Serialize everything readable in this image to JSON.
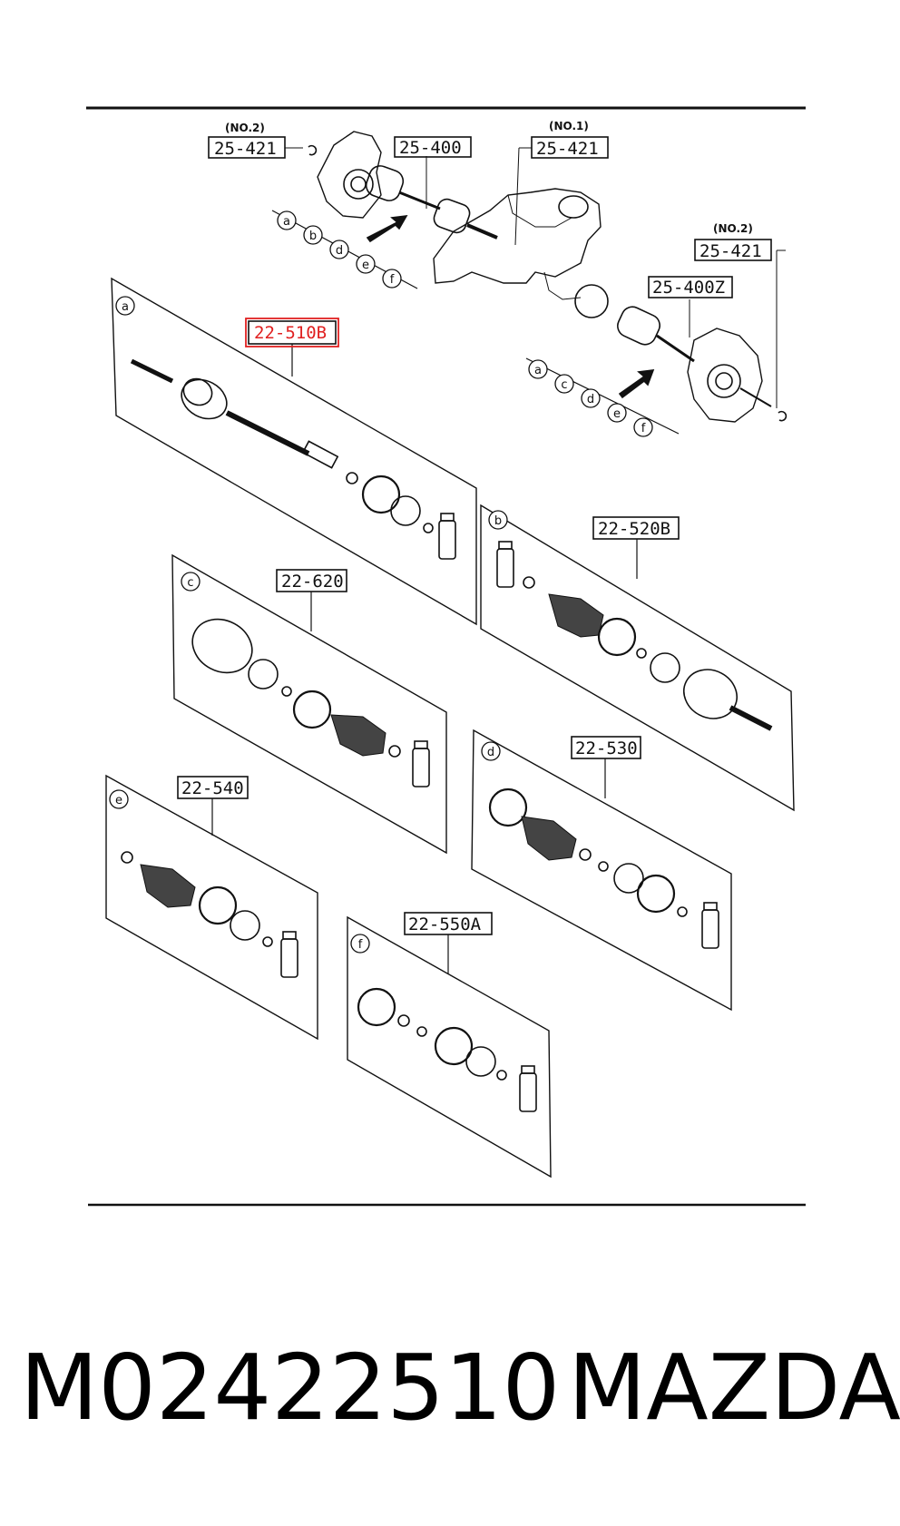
{
  "diagram": {
    "overview": {
      "callouts": {
        "left_no2_tag": "(NO.2)",
        "left_no2_code": "25-421",
        "shaft_left_code": "25-400",
        "no1_tag": "(NO.1)",
        "no1_code": "25-421",
        "right_no2_tag": "(NO.2)",
        "right_no2_code": "25-421",
        "shaft_right_code": "25-400Z"
      },
      "left_letters": [
        "a",
        "b",
        "d",
        "e",
        "f"
      ],
      "right_letters": [
        "a",
        "c",
        "d",
        "e",
        "f"
      ]
    },
    "kits": [
      {
        "letter": "a",
        "code": "22-510B",
        "highlighted": true
      },
      {
        "letter": "b",
        "code": "22-520B",
        "highlighted": false
      },
      {
        "letter": "c",
        "code": "22-620",
        "highlighted": false
      },
      {
        "letter": "d",
        "code": "22-530",
        "highlighted": false
      },
      {
        "letter": "e",
        "code": "22-540",
        "highlighted": false
      },
      {
        "letter": "f",
        "code": "22-550A",
        "highlighted": false
      }
    ],
    "highlight_color": "#e02020"
  },
  "caption": {
    "part_number": "M02422510",
    "brand": "MAZDA"
  }
}
